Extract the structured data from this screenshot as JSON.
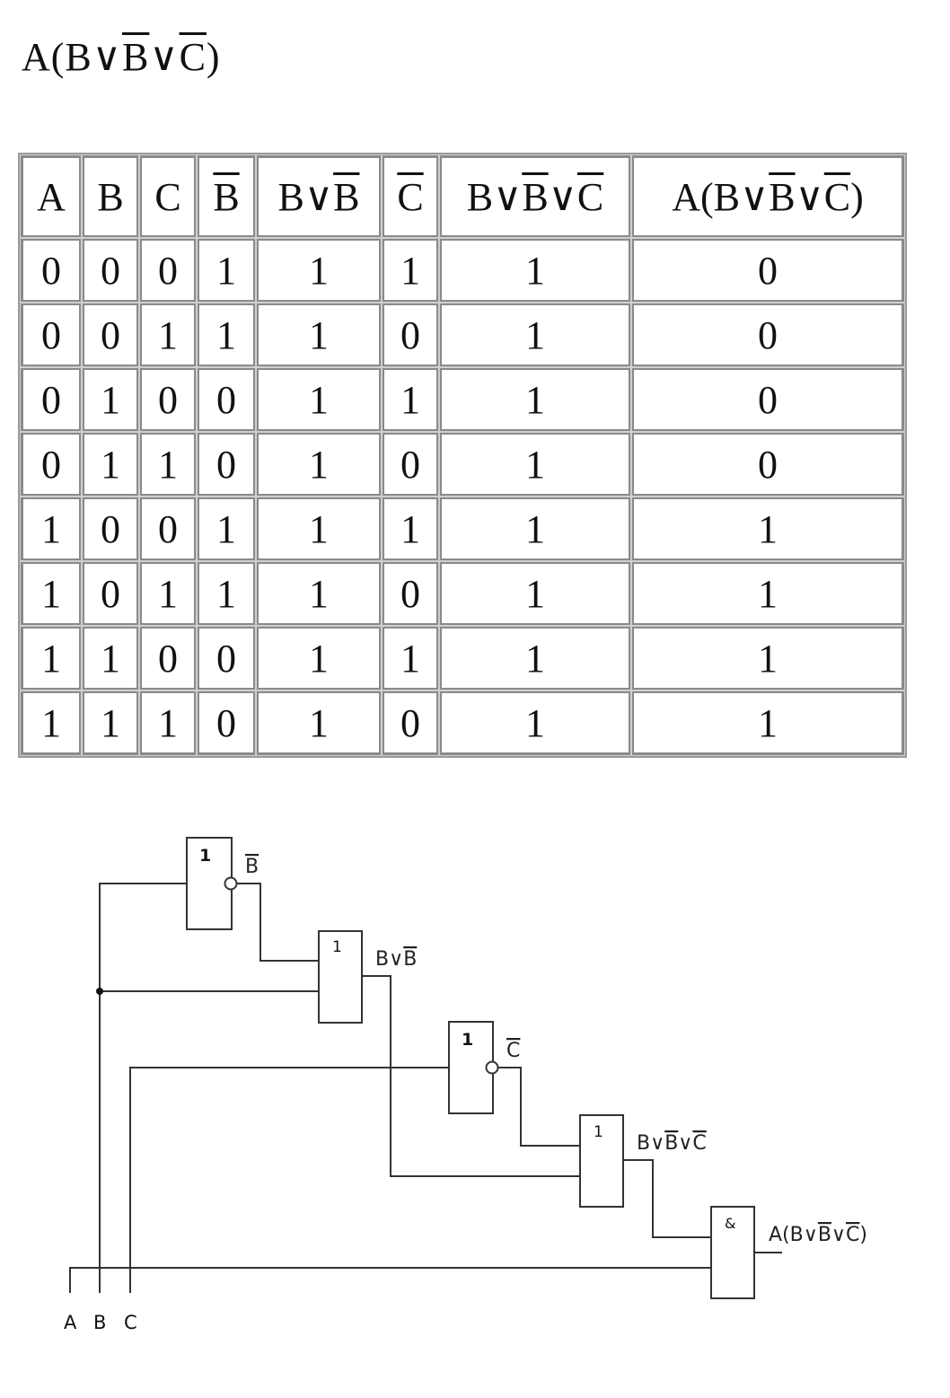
{
  "formula": {
    "prefix": "A(B∨",
    "b_bar": "B",
    "mid": "∨",
    "c_bar": "C",
    "suffix": ")"
  },
  "table": {
    "headers": [
      "A",
      "B",
      "C",
      "B",
      "B∨B",
      "C",
      "B∨B∨C",
      "A(B∨B∨C)"
    ],
    "rows": [
      [
        "0",
        "0",
        "0",
        "1",
        "1",
        "1",
        "1",
        "0"
      ],
      [
        "0",
        "0",
        "1",
        "1",
        "1",
        "0",
        "1",
        "0"
      ],
      [
        "0",
        "1",
        "0",
        "0",
        "1",
        "1",
        "1",
        "0"
      ],
      [
        "0",
        "1",
        "1",
        "0",
        "1",
        "0",
        "1",
        "0"
      ],
      [
        "1",
        "0",
        "0",
        "1",
        "1",
        "1",
        "1",
        "1"
      ],
      [
        "1",
        "0",
        "1",
        "1",
        "1",
        "0",
        "1",
        "1"
      ],
      [
        "1",
        "1",
        "0",
        "0",
        "1",
        "1",
        "1",
        "1"
      ],
      [
        "1",
        "1",
        "1",
        "0",
        "1",
        "0",
        "1",
        "1"
      ]
    ]
  },
  "circuit": {
    "gate_not_b": "1",
    "gate_or1": "1",
    "gate_not_c": "1",
    "gate_or2": "1",
    "gate_and": "&",
    "label_b_bar": "B",
    "label_c_bar": "C",
    "label_or1": "B∨B",
    "label_or2": "B∨B∨C",
    "label_out": "A(B∨B∨C)",
    "input_a": "A",
    "input_b": "B",
    "input_c": "C"
  }
}
